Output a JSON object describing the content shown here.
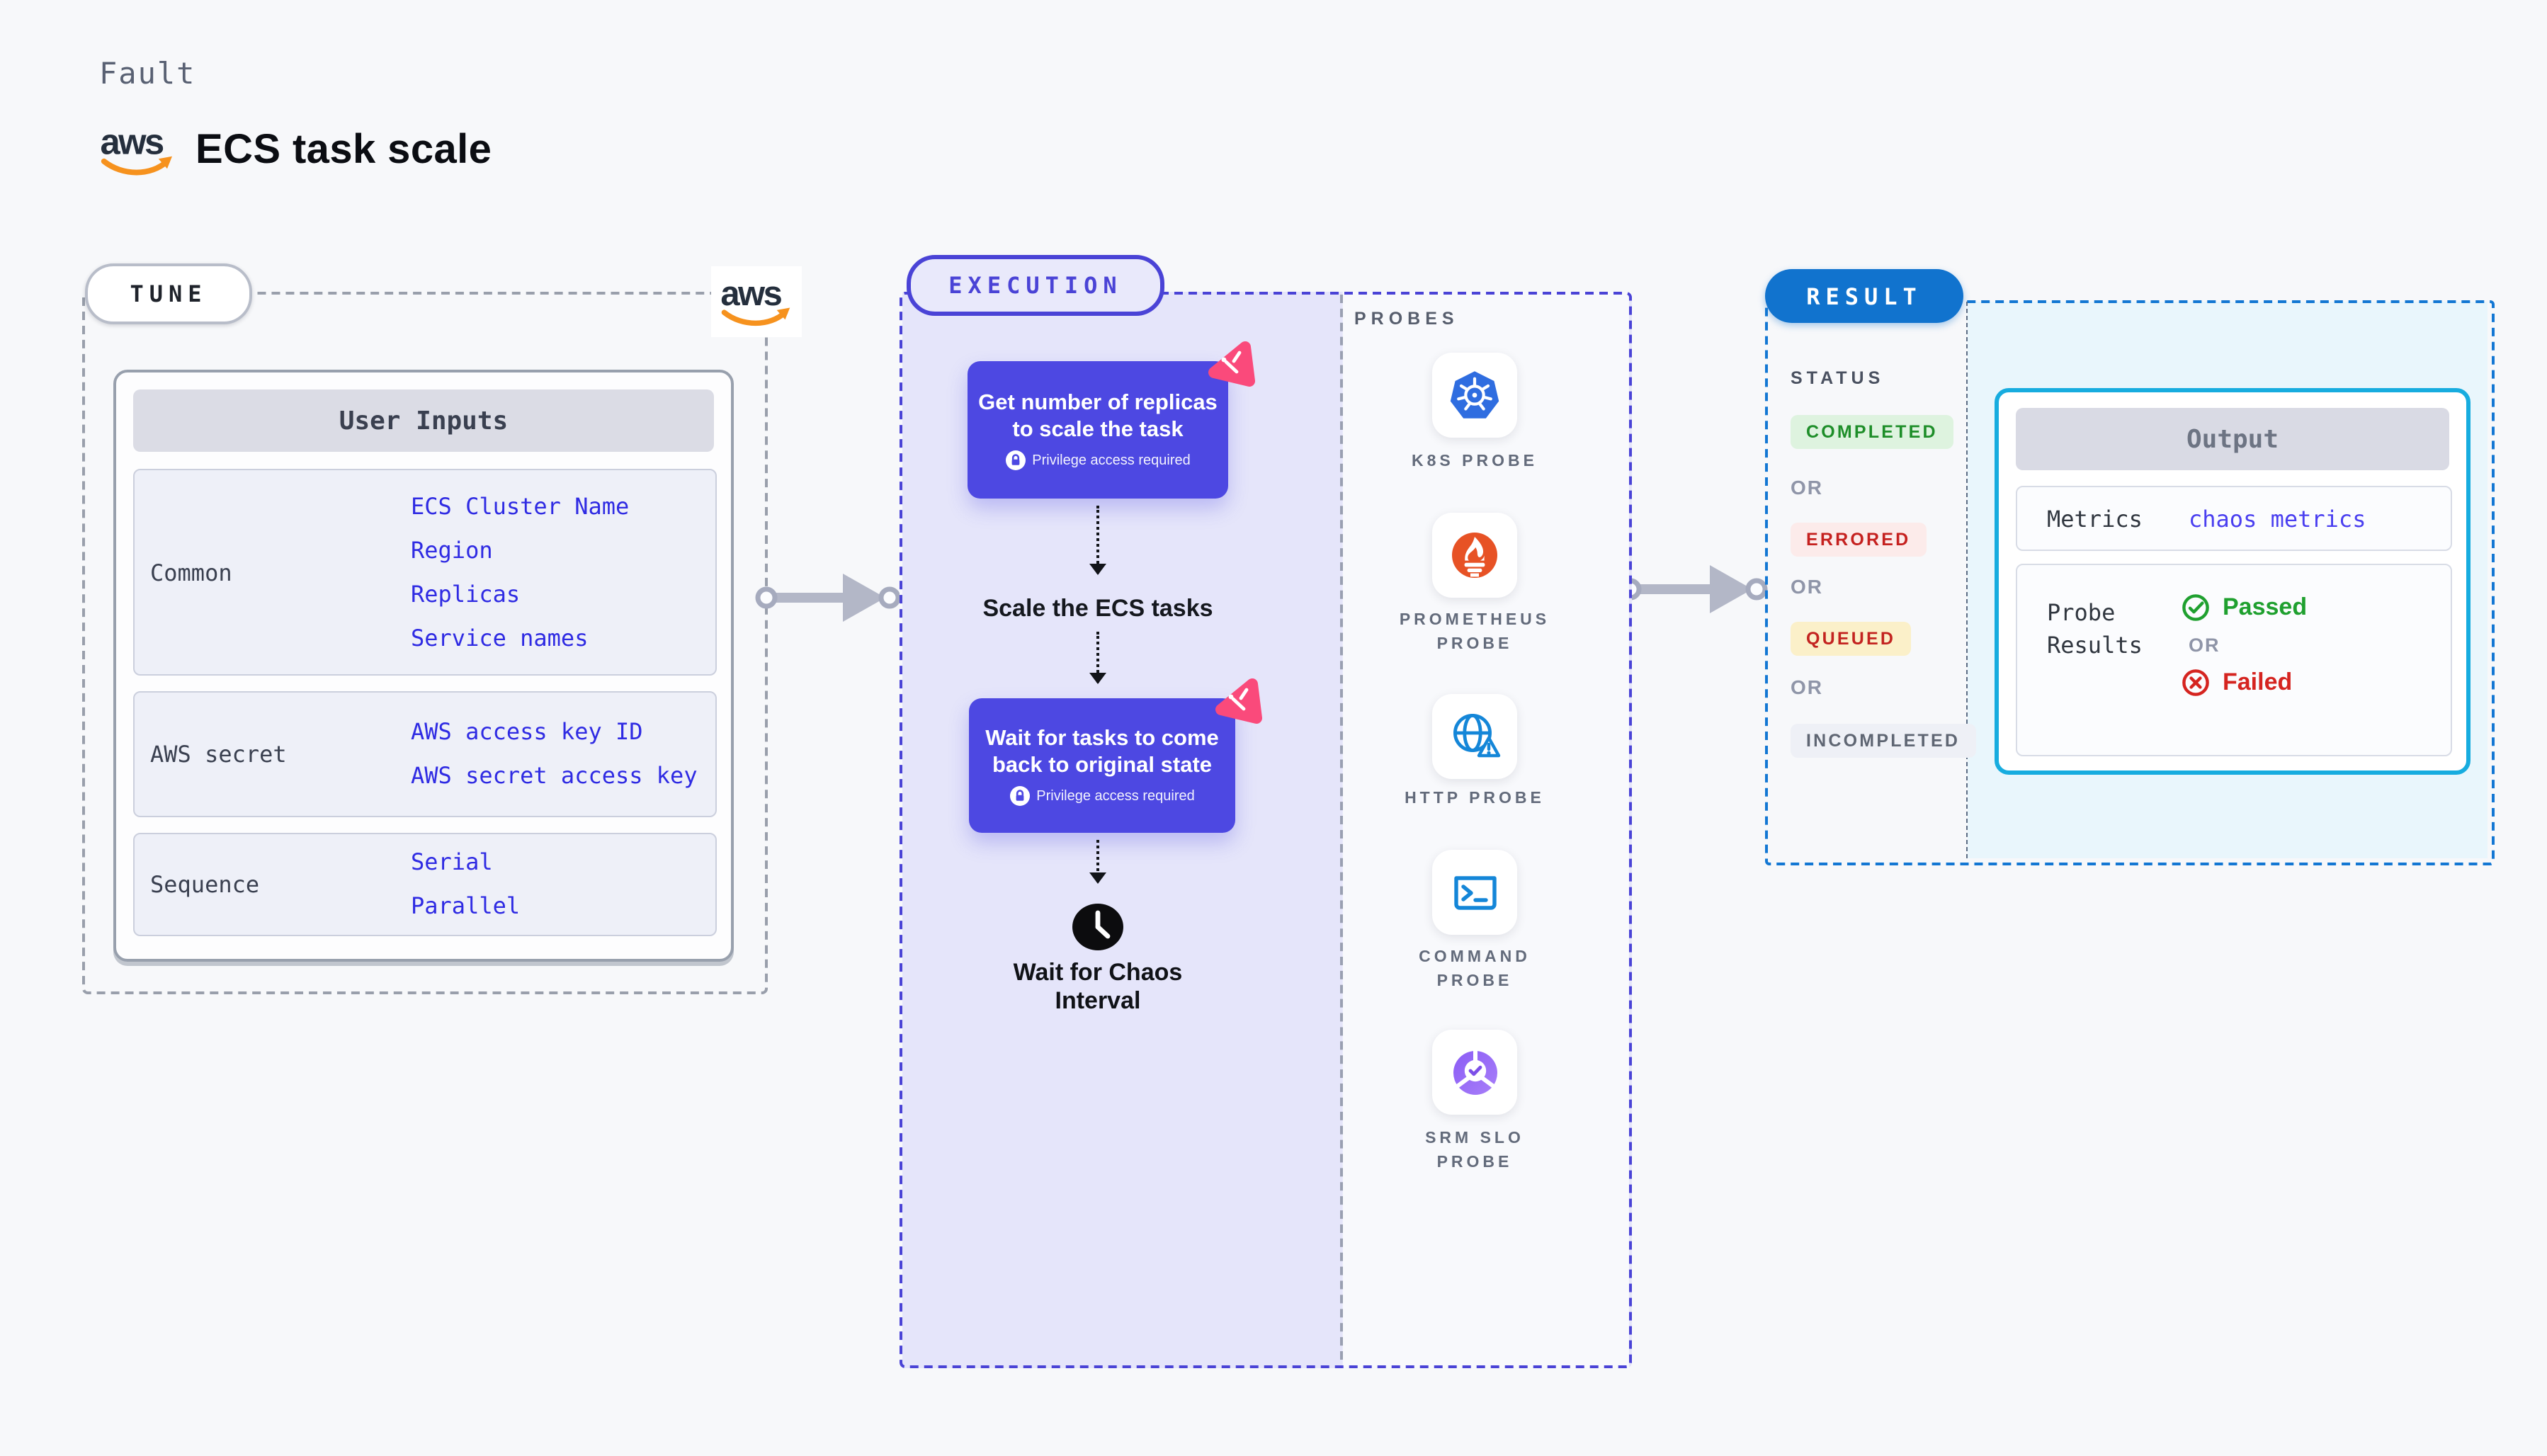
{
  "header": {
    "eyebrow": "Fault",
    "title": "ECS task scale",
    "aws_wordmark": "aws"
  },
  "tune": {
    "pill_label": "TUNE",
    "user_inputs": {
      "header": "User Inputs",
      "rows": [
        {
          "label": "Common",
          "values": [
            "ECS Cluster Name",
            "Region",
            "Replicas",
            "Service names"
          ]
        },
        {
          "label": "AWS secret",
          "values": [
            "AWS access key ID",
            "AWS secret access key"
          ]
        },
        {
          "label": "Sequence",
          "values": [
            "Serial",
            "Parallel"
          ]
        }
      ]
    }
  },
  "execution": {
    "pill_label": "EXECUTION",
    "card_get_replicas": "Get number of replicas to scale the task",
    "privilege_note": "Privilege access required",
    "scale_step": "Scale the ECS tasks",
    "card_wait_tasks": "Wait for tasks to come back to original state",
    "wait_interval": "Wait for Chaos Interval"
  },
  "probes": {
    "heading": "PROBES",
    "items": [
      {
        "icon": "kubernetes-icon",
        "label": "K8S PROBE"
      },
      {
        "icon": "prometheus-icon",
        "label": "PROMETHEUS PROBE"
      },
      {
        "icon": "http-globe-icon",
        "label": "HTTP PROBE"
      },
      {
        "icon": "command-terminal-icon",
        "label": "COMMAND PROBE"
      },
      {
        "icon": "srm-slo-icon",
        "label": "SRM SLO PROBE"
      }
    ]
  },
  "result": {
    "pill_label": "RESULT",
    "status_heading": "STATUS",
    "or_label": "OR",
    "statuses": [
      {
        "label": "COMPLETED",
        "text_color": "#1E8E29",
        "bg_color": "#DEF3DF"
      },
      {
        "label": "ERRORED",
        "text_color": "#C5211F",
        "bg_color": "#FCEBEA"
      },
      {
        "label": "QUEUED",
        "text_color": "#C32320",
        "bg_color": "#FBF0C9"
      },
      {
        "label": "INCOMPLETED",
        "text_color": "#5F6673",
        "bg_color": "#EEF0F6"
      }
    ],
    "output": {
      "header": "Output",
      "metrics_label": "Metrics",
      "metrics_value": "chaos metrics",
      "probe_results_label": "Probe Results",
      "passed_label": "Passed",
      "or_label": "OR",
      "failed_label": "Failed"
    }
  },
  "colors": {
    "page_bg": "#F7F8FA",
    "indigo_card": "#4D48E2",
    "execution_border": "#4A43D6",
    "execution_bg": "#E5E5FA",
    "result_blue": "#1173CE",
    "output_border": "#17ACDF",
    "output_bg": "#E9F6FC",
    "input_value_blue": "#2F2BE3",
    "metrics_value_blue": "#4A3FF0",
    "passed_green": "#1FA02F",
    "failed_red": "#D52420",
    "aws_orange": "#F6921E",
    "ribbon_pink": "#FA4A7B",
    "kubernetes_blue": "#2F6DE0",
    "prometheus_orange": "#E75225",
    "probe_icon_blue": "#1486D8",
    "srm_purple": "#8B5CF6"
  }
}
